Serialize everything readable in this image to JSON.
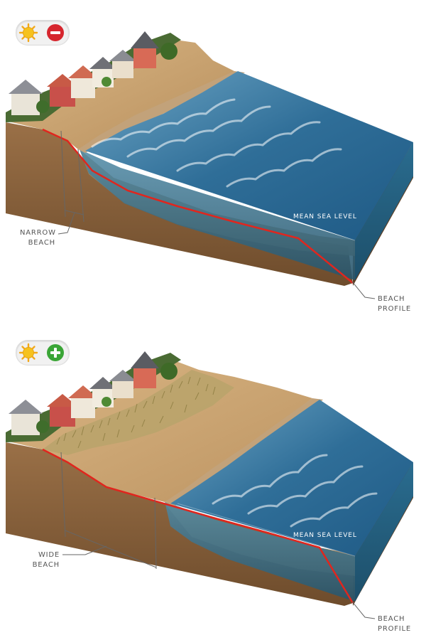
{
  "panels": {
    "top": {
      "icons": {
        "weather": "sun-icon",
        "indicator": "minus-circle-icon",
        "indicator_color": "#d6262e"
      },
      "labels": {
        "beach_line1": "NARROW",
        "beach_line2": "BEACH",
        "profile_line1": "BEACH",
        "profile_line2": "PROFILE",
        "sea_level": "MEAN SEA LEVEL"
      }
    },
    "bottom": {
      "icons": {
        "weather": "sun-icon",
        "indicator": "plus-circle-icon",
        "indicator_color": "#3aa536"
      },
      "labels": {
        "beach_line1": "WIDE",
        "beach_line2": "BEACH",
        "profile_line1": "BEACH",
        "profile_line2": "PROFILE",
        "sea_level": "MEAN SEA LEVEL"
      }
    }
  },
  "colors": {
    "profile_line": "#e0261e",
    "sand": "#cfa774",
    "soil": "#8c6540",
    "water": "#2f6e98",
    "sun": "#f6b91d"
  }
}
